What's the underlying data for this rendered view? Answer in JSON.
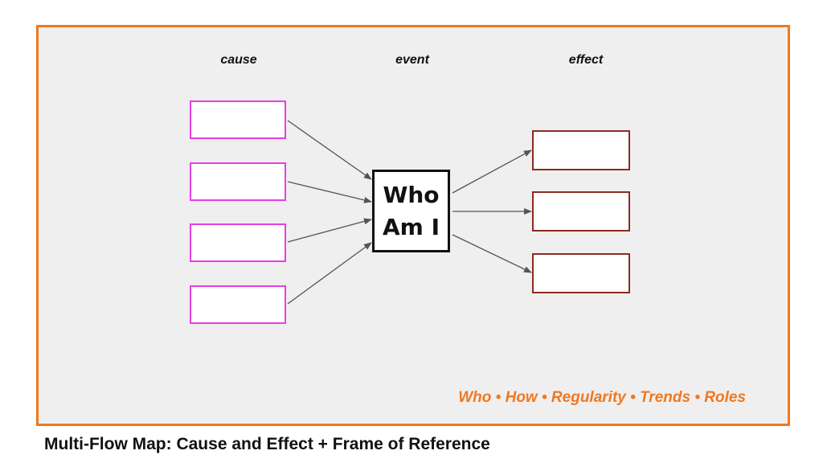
{
  "columns": {
    "cause": "cause",
    "event": "event",
    "effect": "effect"
  },
  "event": {
    "text": "Who\nAm I"
  },
  "frame_of_reference": "Who • How • Regularity • Trends • Roles",
  "caption": "Multi-Flow Map:  Cause and Effect + Frame of Reference",
  "counts": {
    "causes": 4,
    "effects": 3
  },
  "colors": {
    "frame_border": "#f07820",
    "frame_fill": "#f0efef",
    "cause_border": "#e83ee8",
    "effect_border": "#8b2a20",
    "event_border": "#111111",
    "arrow": "#555555",
    "frame_reference_text": "#f07820"
  }
}
